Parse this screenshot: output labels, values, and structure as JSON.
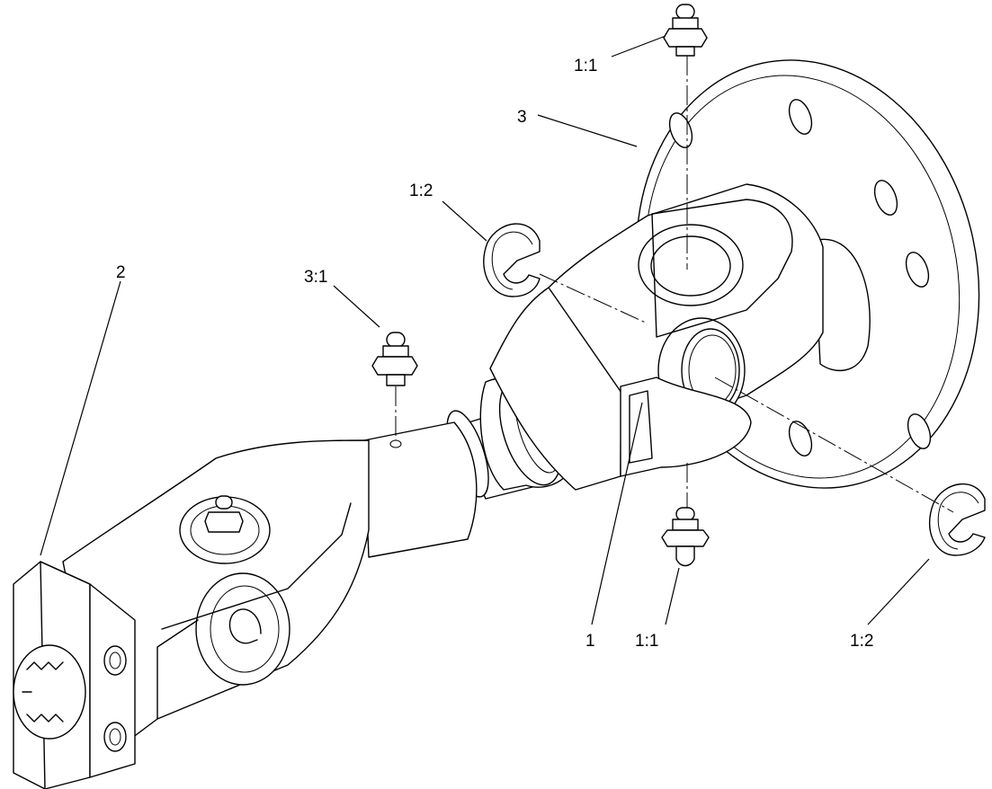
{
  "callouts": {
    "c_1_1_top": "1:1",
    "c_3": "3",
    "c_1_2_left": "1:2",
    "c_2": "2",
    "c_3_1": "3:1",
    "c_1": "1",
    "c_1_1_bottom": "1:1",
    "c_1_2_right": "1:2"
  },
  "colors": {
    "line": "#000000",
    "background": "#ffffff"
  },
  "icons": {
    "grease_fitting": "grease-fitting-icon",
    "snap_ring": "snap-ring-icon"
  }
}
